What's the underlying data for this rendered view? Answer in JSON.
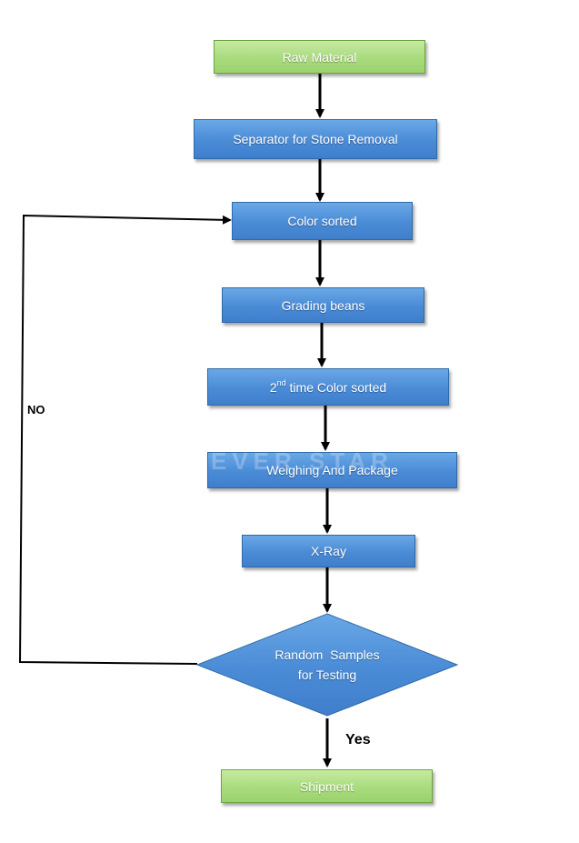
{
  "colors": {
    "process_box": "#4a8bd6",
    "terminal_box": "#a9db7d",
    "arrow": "#000000",
    "page_background": "#ffffff"
  },
  "nodes": {
    "raw_material": "Raw Material",
    "separator": "Separator for Stone Removal",
    "color_sorted": "Color sorted",
    "grading_beans": "Grading beans",
    "second_color_sorted_ordinal": "2",
    "second_color_sorted_suffix": "nd",
    "second_color_sorted_rest": " time Color sorted",
    "weighing": "Weighing And Package",
    "xray": "X-Ray",
    "decision_line1": "Random  Samples",
    "decision_line2": "for Testing",
    "shipment": "Shipment"
  },
  "edge_labels": {
    "no": "NO",
    "yes": "Yes"
  },
  "watermark_text": "EVER STAR"
}
